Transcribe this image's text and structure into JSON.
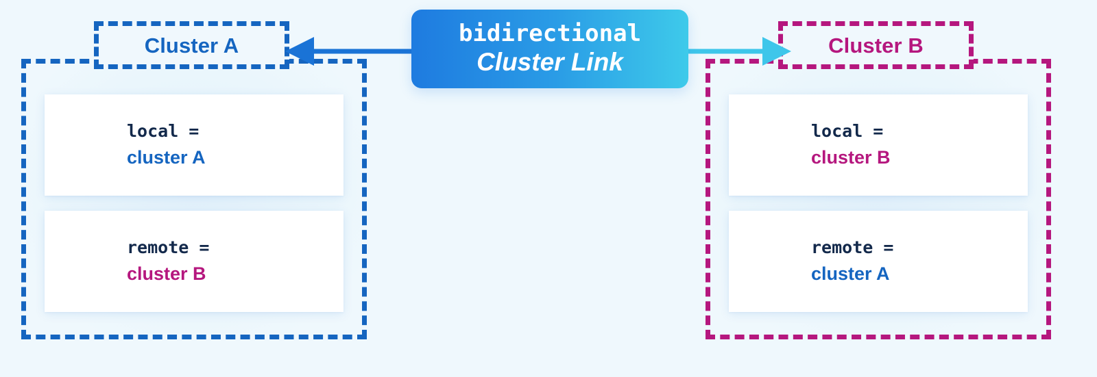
{
  "background_color": "#eff8fd",
  "palette": {
    "cluster_a_color": "#1565c0",
    "cluster_b_color": "#b5177e",
    "key_text_color": "#13294b",
    "badge_gradient_start": "#1e7be0",
    "badge_gradient_end": "#3ecaea",
    "arrow_left_color": "#1a73d6",
    "arrow_right_color": "#3ec6ea",
    "card_background": "#ffffff"
  },
  "link_badge": {
    "line1": "bidirectional",
    "line2": "Cluster Link"
  },
  "arrows": [
    {
      "name": "arrow-to-cluster-a",
      "direction": "left",
      "color": "#1a73d6",
      "from": "Cluster Link",
      "to": "Cluster A"
    },
    {
      "name": "arrow-to-cluster-b",
      "direction": "right",
      "color": "#3ec6ea",
      "from": "Cluster Link",
      "to": "Cluster B"
    }
  ],
  "clusters": [
    {
      "id": "cluster-a",
      "title": "Cluster A",
      "accent": "#1565c0",
      "properties": [
        {
          "key": "local =",
          "value": "cluster A",
          "value_accent": "#1565c0"
        },
        {
          "key": "remote =",
          "value": "cluster B",
          "value_accent": "#b5177e"
        }
      ]
    },
    {
      "id": "cluster-b",
      "title": "Cluster B",
      "accent": "#b5177e",
      "properties": [
        {
          "key": "local =",
          "value": "cluster B",
          "value_accent": "#b5177e"
        },
        {
          "key": "remote =",
          "value": "cluster A",
          "value_accent": "#1565c0"
        }
      ]
    }
  ]
}
